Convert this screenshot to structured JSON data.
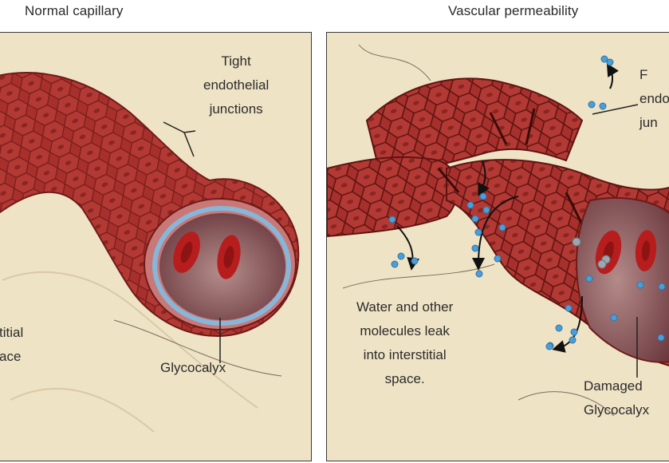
{
  "titles": {
    "left": "Normal capillary",
    "right": "Vascular permeability"
  },
  "left_panel": {
    "tight_junctions": [
      "Tight",
      "endothelial",
      "junctions"
    ],
    "interstitial_partial": [
      "titial",
      "ace"
    ],
    "glycocalyx": "Glycocalyx"
  },
  "right_panel": {
    "junctions_partial": [
      "F",
      "endo",
      "jun"
    ],
    "leak_text": [
      "Water and other",
      "molecules leak",
      "into interstitial",
      "space."
    ],
    "damaged_glycocalyx": [
      "Damaged",
      "Glycocalyx"
    ]
  },
  "colors": {
    "background": "#efe3c5",
    "vessel": "#a52a2a",
    "lumen": "#7a4a4e",
    "glycocalyx": "#86b7d9",
    "rbc": "#b81d1d",
    "molecule": "#4a9fd8"
  }
}
